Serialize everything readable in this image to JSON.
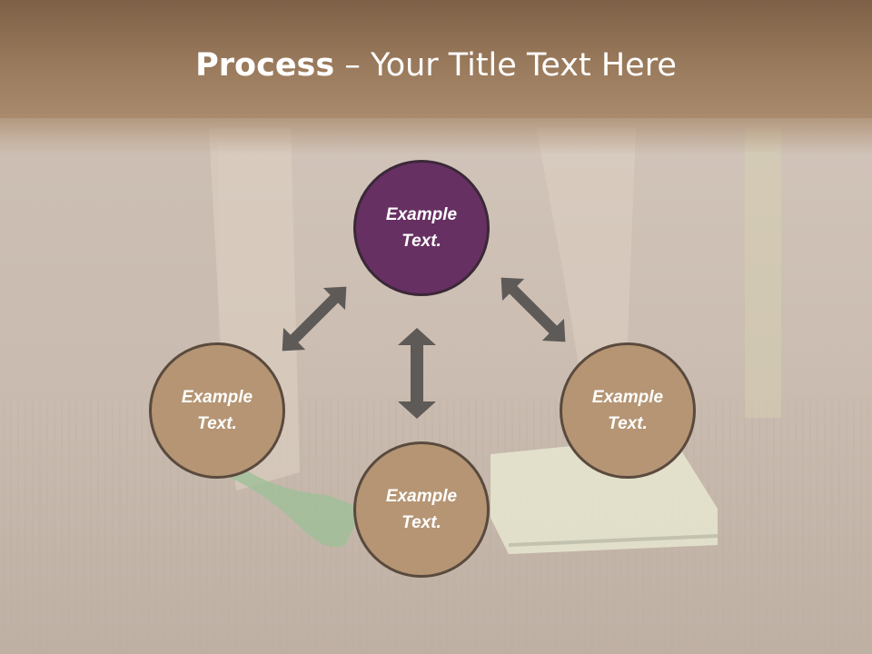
{
  "slide": {
    "title_bold": "Process",
    "title_rest": " – Your Title Text Here"
  },
  "diagram": {
    "nodes": [
      {
        "id": "top",
        "line1": "Example",
        "line2": "Text.",
        "color": "#673062"
      },
      {
        "id": "left",
        "line1": "Example",
        "line2": "Text.",
        "color": "#b59574"
      },
      {
        "id": "bottom",
        "line1": "Example",
        "line2": "Text.",
        "color": "#b59574"
      },
      {
        "id": "right",
        "line1": "Example",
        "line2": "Text.",
        "color": "#b59574"
      }
    ],
    "arrow_color": "#5e5a57"
  }
}
